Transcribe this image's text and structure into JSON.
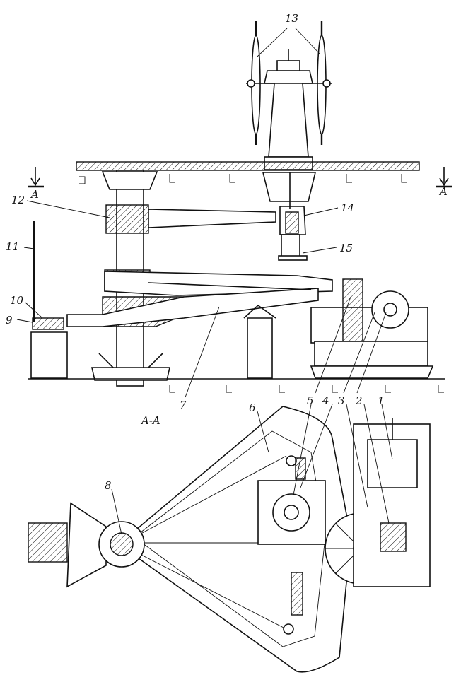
{
  "section_label": "A-A",
  "section_marker_left": "A",
  "section_marker_right": "A",
  "callouts": [
    {
      "id": "c1",
      "text": "1"
    },
    {
      "id": "c2",
      "text": "2"
    },
    {
      "id": "c3",
      "text": "3"
    },
    {
      "id": "c4",
      "text": "4"
    },
    {
      "id": "c5",
      "text": "5"
    },
    {
      "id": "c6",
      "text": "6"
    },
    {
      "id": "c7",
      "text": "7"
    },
    {
      "id": "c8",
      "text": "8"
    },
    {
      "id": "c9",
      "text": "9"
    },
    {
      "id": "c10",
      "text": "10"
    },
    {
      "id": "c11",
      "text": "11"
    },
    {
      "id": "c12",
      "text": "12"
    },
    {
      "id": "c13",
      "text": "13"
    },
    {
      "id": "c14",
      "text": "14"
    },
    {
      "id": "c15",
      "text": "15"
    }
  ]
}
